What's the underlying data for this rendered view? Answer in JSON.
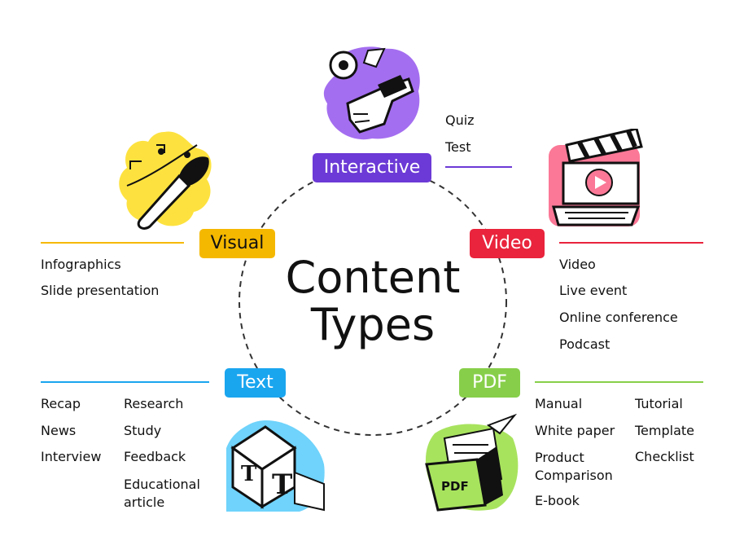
{
  "title": {
    "line1": "Content",
    "line2": "Types"
  },
  "colors": {
    "interactive": "#6c3ad6",
    "video": "#e9243c",
    "visual": "#f5b800",
    "text": "#1aa5ef",
    "pdf": "#87cf4a"
  },
  "categories": {
    "interactive": {
      "label": "Interactive",
      "items": [
        "Quiz",
        "Test"
      ],
      "icon": "touch-hand-icon"
    },
    "video": {
      "label": "Video",
      "items": [
        "Video",
        "Live event",
        "Online conference",
        "Podcast"
      ],
      "icon": "clapperboard-laptop-icon"
    },
    "visual": {
      "label": "Visual",
      "items": [
        "Infographics",
        "Slide presentation"
      ],
      "icon": "paintbrush-map-icon"
    },
    "text": {
      "label": "Text",
      "col1": [
        "Recap",
        "News",
        "Interview"
      ],
      "col2": [
        "Research",
        "Study",
        "Feedback",
        "Educational article"
      ],
      "icon": "text-cube-icon"
    },
    "pdf": {
      "label": "PDF",
      "col1": [
        "Manual",
        "White paper",
        "Product Comparison",
        "E-book"
      ],
      "col2": [
        "Tutorial",
        "Template",
        "Checklist"
      ],
      "icon": "pdf-folder-icon"
    }
  }
}
